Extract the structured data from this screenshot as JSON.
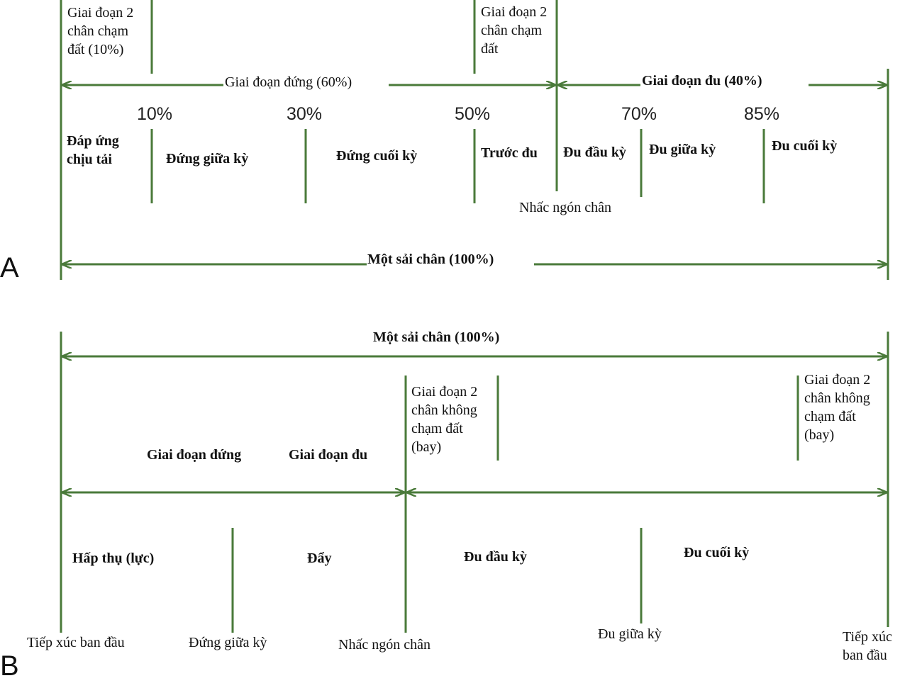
{
  "colors": {
    "line": "#4a7a3a"
  },
  "panelA": {
    "label": "A",
    "double_support_1": "Giai đoạn 2\nchân chạm\nđất (10%)",
    "double_support_2": "Giai đoạn 2\nchân chạm\nđất",
    "stance_phase": "Giai đoạn đứng (60%)",
    "swing_phase": "Giai đoạn đu (40%)",
    "percents": [
      "10%",
      "30%",
      "50%",
      "70%",
      "85%"
    ],
    "subphases": [
      "Đáp ứng\nchịu tải",
      "Đứng giữa kỳ",
      "Đứng cuối kỳ",
      "Trước đu",
      "Đu đầu kỳ",
      "Đu giữa kỳ",
      "Đu cuối kỳ"
    ],
    "toe_off": "Nhấc ngón chân",
    "gait_cycle": "Một sải chân (100%)"
  },
  "panelB": {
    "label": "B",
    "gait_cycle": "Một sải chân (100%)",
    "float_1": "Giai đoạn 2\nchân không\nchạm đất\n(bay)",
    "float_2": "Giai đoạn 2\nchân không\nchạm đất\n(bay)",
    "stance_phase": "Giai đoạn đứng",
    "swing_phase": "Giai đoạn đu",
    "subphases": [
      "Hấp thụ (lực)",
      "Đẩy",
      "Đu đầu kỳ",
      "Đu cuối kỳ"
    ],
    "events": [
      "Tiếp xúc ban đầu",
      "Đứng giữa kỳ",
      "Nhấc ngón chân",
      "Đu giữa kỳ",
      "Tiếp xúc\nban đầu"
    ]
  }
}
